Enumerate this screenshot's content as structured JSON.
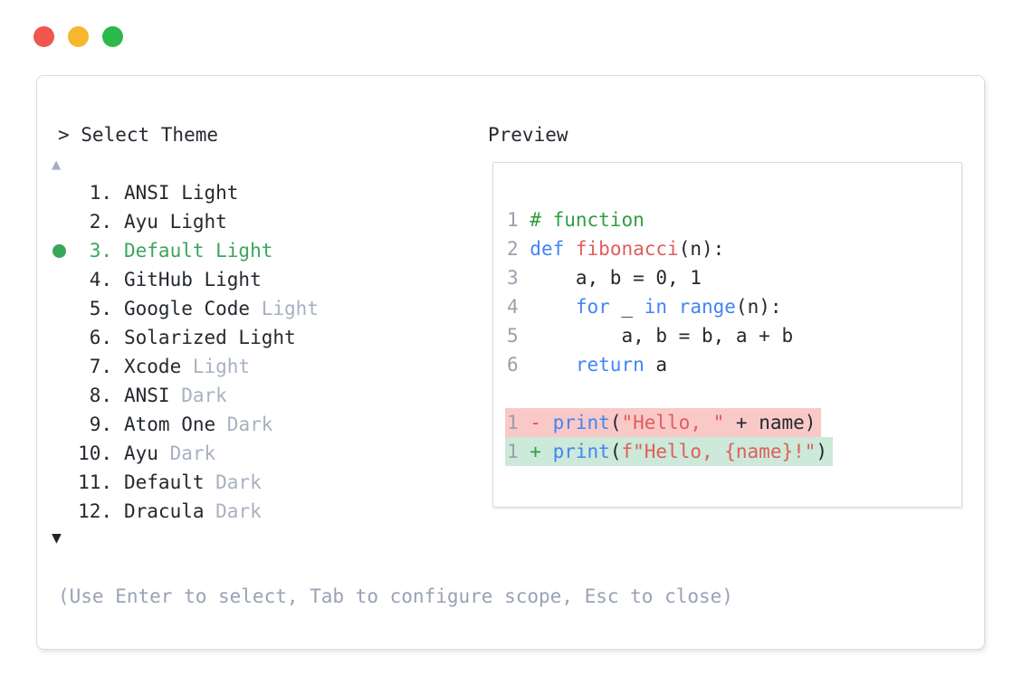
{
  "selector": {
    "prompt": "> Select Theme",
    "scroll_up": "▲",
    "scroll_down": "▼",
    "help_text": "(Use Enter to select, Tab to configure scope, Esc to close)",
    "items": [
      {
        "num": "1.",
        "name": "ANSI Light",
        "suffix": "",
        "selected": false
      },
      {
        "num": "2.",
        "name": "Ayu Light",
        "suffix": "",
        "selected": false
      },
      {
        "num": "3.",
        "name": "Default Light",
        "suffix": "",
        "selected": true
      },
      {
        "num": "4.",
        "name": "GitHub Light",
        "suffix": "",
        "selected": false
      },
      {
        "num": "5.",
        "name": "Google Code",
        "suffix": "Light",
        "selected": false
      },
      {
        "num": "6.",
        "name": "Solarized Light",
        "suffix": "",
        "selected": false
      },
      {
        "num": "7.",
        "name": "Xcode",
        "suffix": "Light",
        "selected": false
      },
      {
        "num": "8.",
        "name": "ANSI",
        "suffix": "Dark",
        "selected": false
      },
      {
        "num": "9.",
        "name": "Atom One",
        "suffix": "Dark",
        "selected": false
      },
      {
        "num": "10.",
        "name": "Ayu",
        "suffix": "Dark",
        "selected": false
      },
      {
        "num": "11.",
        "name": "Default",
        "suffix": "Dark",
        "selected": false
      },
      {
        "num": "12.",
        "name": "Dracula",
        "suffix": "Dark",
        "selected": false
      }
    ]
  },
  "preview": {
    "title": "Preview",
    "code_lines": [
      {
        "tokens": [
          [
            "ln",
            "1"
          ],
          [
            "cm",
            " # function"
          ]
        ]
      },
      {
        "tokens": [
          [
            "ln",
            "2"
          ],
          [
            "kw",
            " def"
          ],
          [
            "pl",
            " "
          ],
          [
            "fn",
            "fibonacci"
          ],
          [
            "pl",
            "(n):"
          ]
        ]
      },
      {
        "tokens": [
          [
            "ln",
            "3"
          ],
          [
            "pl",
            "     a, b = 0, 1"
          ]
        ]
      },
      {
        "tokens": [
          [
            "ln",
            "4"
          ],
          [
            "pl",
            "     "
          ],
          [
            "kw",
            "for"
          ],
          [
            "pl",
            " _ "
          ],
          [
            "kw",
            "in"
          ],
          [
            "pl",
            " "
          ],
          [
            "kw",
            "range"
          ],
          [
            "pl",
            "(n):"
          ]
        ]
      },
      {
        "tokens": [
          [
            "ln",
            "5"
          ],
          [
            "pl",
            "         a, b = b, a + b"
          ]
        ]
      },
      {
        "tokens": [
          [
            "ln",
            "6"
          ],
          [
            "pl",
            "     "
          ],
          [
            "kw",
            "return"
          ],
          [
            "pl",
            " a"
          ]
        ]
      },
      {
        "tokens": []
      },
      {
        "diff": "removed",
        "tokens": [
          [
            "ln",
            "1"
          ],
          [
            "mi",
            " -"
          ],
          [
            "kw",
            " print"
          ],
          [
            "pl",
            "("
          ],
          [
            "st",
            "\"Hello, \""
          ],
          [
            "pl",
            " + name)"
          ]
        ]
      },
      {
        "diff": "added",
        "tokens": [
          [
            "ln",
            "1"
          ],
          [
            "ad",
            " +"
          ],
          [
            "kw",
            " print"
          ],
          [
            "pl",
            "("
          ],
          [
            "st",
            "f\"Hello, {name}!\""
          ],
          [
            "pl",
            ")"
          ]
        ]
      }
    ]
  },
  "colors": {
    "text": "#24292f",
    "muted": "#a8b1c0",
    "line_number": "#99a1ad",
    "help": "#98a2b4",
    "accent_green": "#3aa65c",
    "comment_green": "#2e9e40",
    "keyword_blue": "#4285f4",
    "string_red": "#e05d5a",
    "minus_red": "#db4d48",
    "plus_green": "#2f9e44",
    "removed_bg": "#f9c9c8",
    "added_bg": "#cce9d9",
    "panel_border": "#d8dce4",
    "box_border": "#d4d9e0",
    "scroll_up_color": "#a3aec0",
    "scroll_down_color": "#20252c",
    "dot_close": "#f0554e",
    "dot_minimize": "#f5b72e",
    "dot_zoom": "#2cb94a"
  }
}
